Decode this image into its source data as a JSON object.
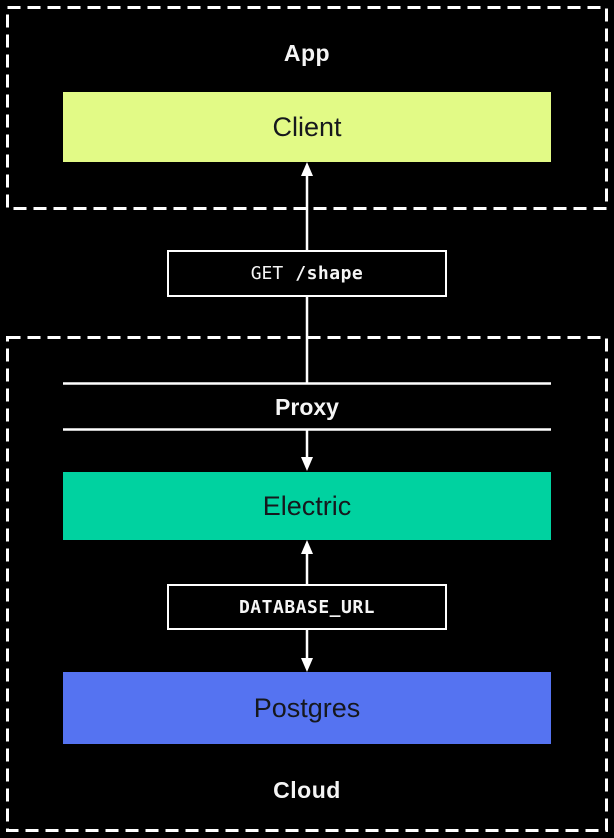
{
  "diagram": {
    "app_group": {
      "label": "App"
    },
    "cloud_group": {
      "label": "Cloud"
    },
    "nodes": {
      "client": {
        "label": "Client",
        "color": "#E2FA86"
      },
      "proxy": {
        "label": "Proxy"
      },
      "electric": {
        "label": "Electric",
        "color": "#00D2A0"
      },
      "postgres": {
        "label": "Postgres",
        "color": "#5573F1"
      }
    },
    "edges": {
      "client_proxy": {
        "method": "GET",
        "path": "/shape"
      },
      "electric_postgres": {
        "label": "DATABASE_URL"
      }
    },
    "style": {
      "background": "#000000",
      "line_color": "#FFFFFF",
      "node_text_color": "#16181D"
    }
  }
}
